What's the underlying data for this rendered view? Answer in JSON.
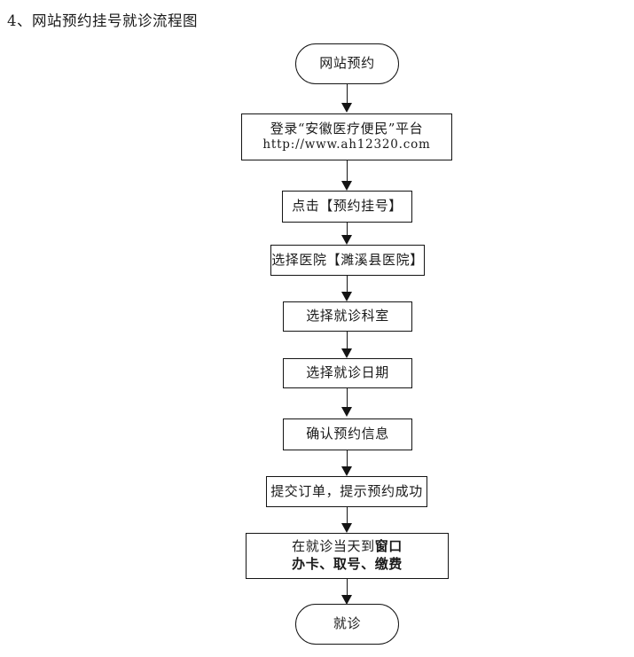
{
  "document": {
    "title": "4、网站预约挂号就诊流程图"
  },
  "flowchart": {
    "type": "vertical-flowchart",
    "orientation": "top-to-bottom",
    "colors": {
      "border": "#141414",
      "text": "#1a1a1a",
      "background": "#ffffff",
      "arrow": "#141414"
    },
    "nodes": [
      {
        "id": "start",
        "shape": "terminator",
        "label": "网站预约"
      },
      {
        "id": "login",
        "shape": "rectangle",
        "label_line1": "登录“安徽医疗便民”平台",
        "label_line2": "http://www.ah12320.com"
      },
      {
        "id": "click-appointment",
        "shape": "rectangle",
        "label": "点击【预约挂号】"
      },
      {
        "id": "select-hospital",
        "shape": "rectangle",
        "label": "选择医院【濉溪县医院】"
      },
      {
        "id": "select-department",
        "shape": "rectangle",
        "label": "选择就诊科室"
      },
      {
        "id": "select-date",
        "shape": "rectangle",
        "label": "选择就诊日期"
      },
      {
        "id": "confirm-info",
        "shape": "rectangle",
        "label": "确认预约信息"
      },
      {
        "id": "submit-order",
        "shape": "rectangle",
        "label": "提交订单，提示预约成功"
      },
      {
        "id": "visit-window",
        "shape": "rectangle",
        "label_line1_normal": "在就诊当天到",
        "label_line1_bold": "窗口",
        "label_line2_bold": "办卡、取号、缴费"
      },
      {
        "id": "end",
        "shape": "terminator",
        "label": "就诊"
      }
    ],
    "connectors": [
      {
        "from": "start",
        "to": "login",
        "arrow": "down"
      },
      {
        "from": "login",
        "to": "click-appointment",
        "arrow": "down"
      },
      {
        "from": "click-appointment",
        "to": "select-hospital",
        "arrow": "down"
      },
      {
        "from": "select-hospital",
        "to": "select-department",
        "arrow": "down"
      },
      {
        "from": "select-department",
        "to": "select-date",
        "arrow": "down"
      },
      {
        "from": "select-date",
        "to": "confirm-info",
        "arrow": "down"
      },
      {
        "from": "confirm-info",
        "to": "submit-order",
        "arrow": "down"
      },
      {
        "from": "submit-order",
        "to": "visit-window",
        "arrow": "down"
      },
      {
        "from": "visit-window",
        "to": "end",
        "arrow": "down"
      }
    ]
  }
}
